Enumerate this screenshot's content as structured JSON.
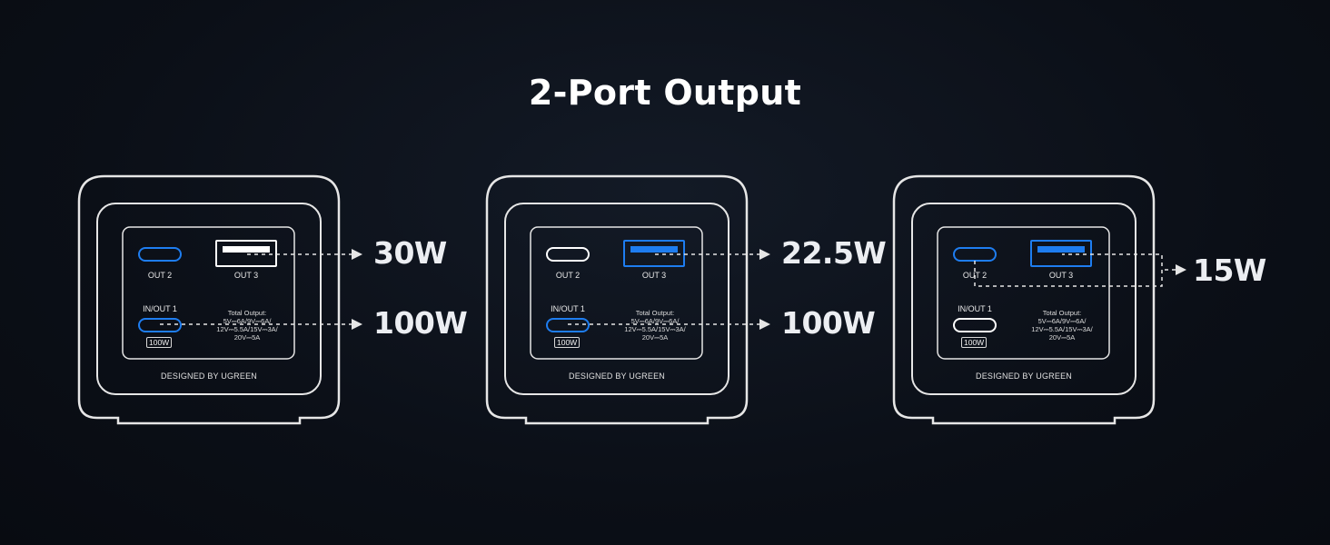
{
  "title": "2-Port Output",
  "colors": {
    "accent": "#1e7df0",
    "outline": "#e6e6e6",
    "background": "#0b0f17"
  },
  "devices": [
    {
      "labels": {
        "out2": "OUT 2",
        "out3": "OUT 3",
        "inout1": "IN/OUT 1",
        "badge": "100W",
        "spec": "Total Output:\n5V⎓6A/9V⎓6A/\n12V⎓5.5A/15V⎓3A/\n20V⎓5A",
        "brand": "DESIGNED BY UGREEN"
      },
      "outputs": [
        "30W",
        "100W"
      ]
    },
    {
      "labels": {
        "out2": "OUT 2",
        "out3": "OUT 3",
        "inout1": "IN/OUT 1",
        "badge": "100W",
        "spec": "Total Output:\n5V⎓6A/9V⎓6A/\n12V⎓5.5A/15V⎓3A/\n20V⎓5A",
        "brand": "DESIGNED BY UGREEN"
      },
      "outputs": [
        "22.5W",
        "100W"
      ]
    },
    {
      "labels": {
        "out2": "OUT 2",
        "out3": "OUT 3",
        "inout1": "IN/OUT 1",
        "badge": "100W",
        "spec": "Total Output:\n5V⎓6A/9V⎓6A/\n12V⎓5.5A/15V⎓3A/\n20V⎓5A",
        "brand": "DESIGNED BY UGREEN"
      },
      "outputs": [
        "15W"
      ]
    }
  ]
}
